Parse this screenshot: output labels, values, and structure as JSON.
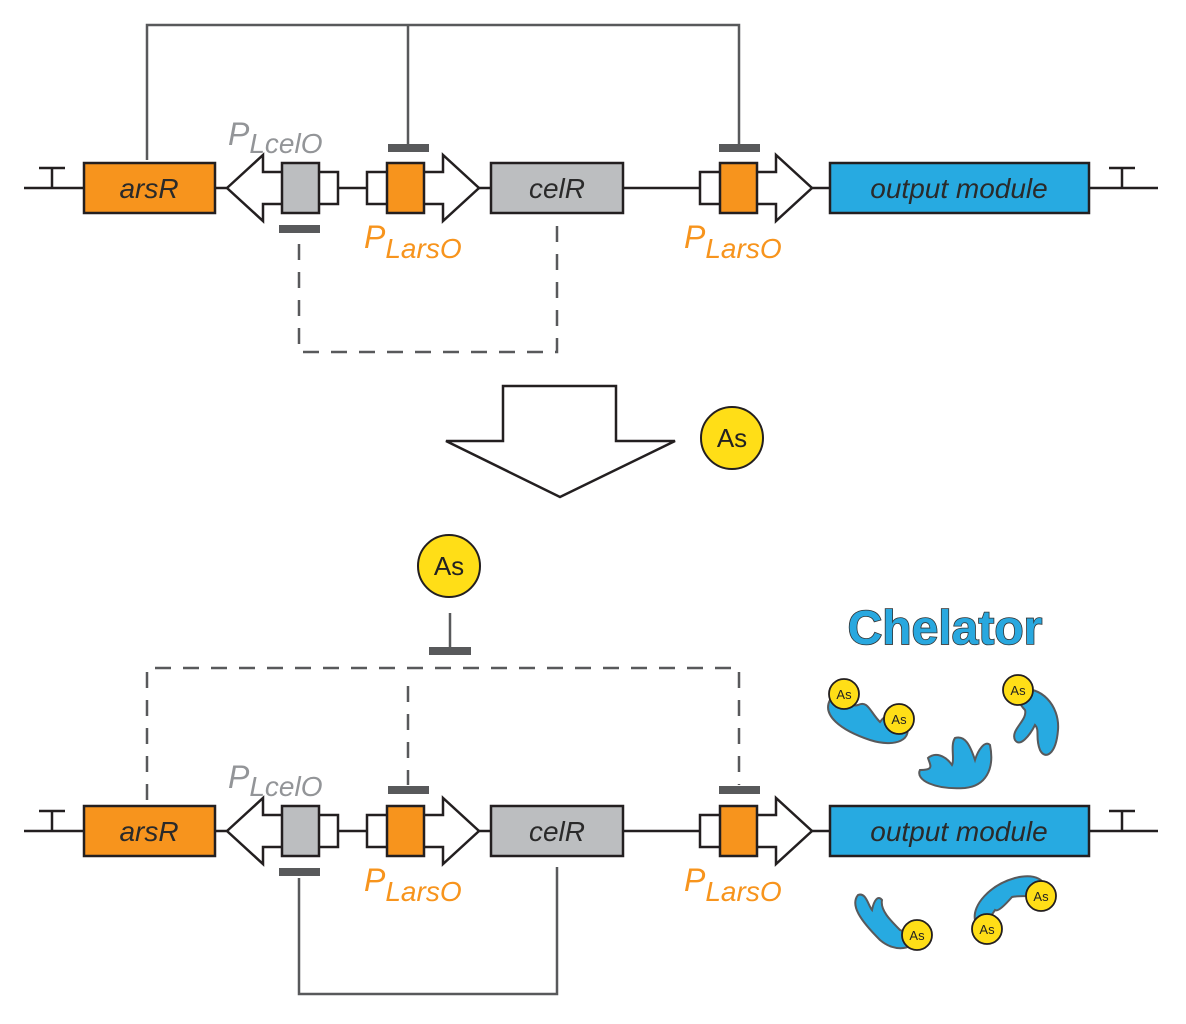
{
  "colors": {
    "arsR_orange": "#f7941d",
    "repressor_gray": "#bcbec0",
    "output_blue": "#27aae1",
    "arsenic_yellow": "#ffde17",
    "line_gray": "#58595b",
    "pcelO_label_gray": "#939598",
    "plarsO_label_orange": "#f7941d"
  },
  "top_circuit": {
    "state": "no arsenic",
    "genes": {
      "arsR": "arsR",
      "celR": "celR",
      "output": "output module"
    },
    "promoters": {
      "pcelO": {
        "main": "P",
        "sub": "LcelO"
      },
      "plarsO_1": {
        "main": "P",
        "sub": "LarsO"
      },
      "plarsO_2": {
        "main": "P",
        "sub": "LarsO"
      }
    },
    "regulation": {
      "arsR_represses": [
        "PLarsO (1)",
        "PLarsO (2)"
      ],
      "arsR_line_style": "solid",
      "celR_represses": [
        "PLcelO"
      ],
      "celR_line_style": "dashed"
    }
  },
  "transition": {
    "arrow": "down-arrow",
    "inducer_label": "As"
  },
  "bottom_circuit": {
    "state": "arsenic present",
    "inducer_label": "As",
    "genes": {
      "arsR": "arsR",
      "celR": "celR",
      "output": "output module"
    },
    "promoters": {
      "pcelO": {
        "main": "P",
        "sub": "LcelO"
      },
      "plarsO_1": {
        "main": "P",
        "sub": "LarsO"
      },
      "plarsO_2": {
        "main": "P",
        "sub": "LarsO"
      }
    },
    "regulation": {
      "arsR_represses": [
        "PLarsO (1)",
        "PLarsO (2)"
      ],
      "arsR_line_style": "dashed",
      "celR_represses": [
        "PLcelO"
      ],
      "celR_line_style": "solid"
    }
  },
  "chelator": {
    "title": "Chelator",
    "bound_label": "As",
    "proteins": [
      {
        "bound_arsenic": 2
      },
      {
        "bound_arsenic": 0
      },
      {
        "bound_arsenic": 1
      },
      {
        "bound_arsenic": 1
      },
      {
        "bound_arsenic": 2
      }
    ]
  }
}
